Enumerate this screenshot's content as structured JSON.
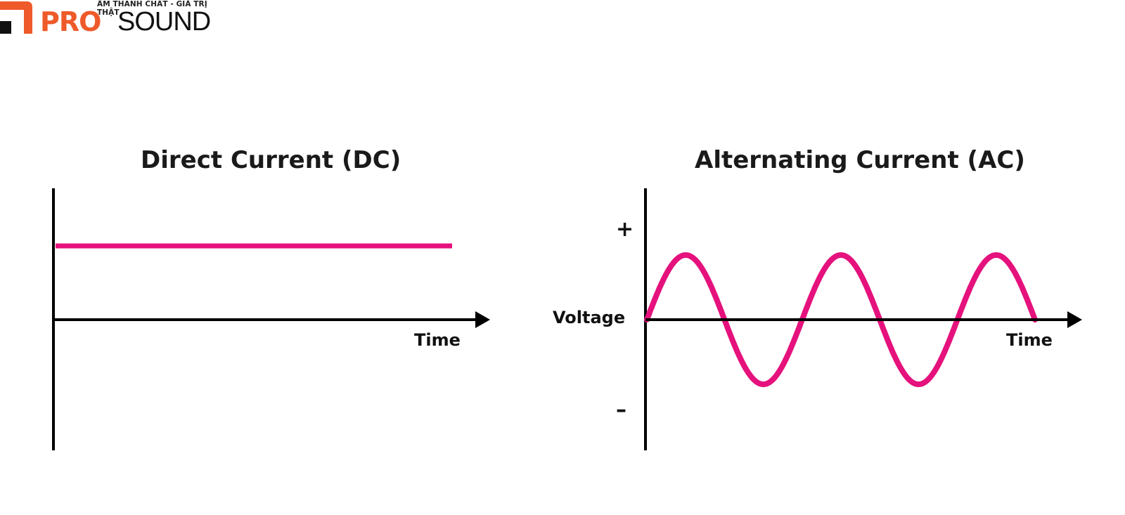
{
  "logo": {
    "tagline": "ÂM THANH CHẤT - GIÁ TRỊ THẬT",
    "brand_pro": "PRO",
    "brand_sound": "SOUND"
  },
  "dc": {
    "title": "Direct Current (DC)",
    "x_label": "Time"
  },
  "ac": {
    "title": "Alternating Current (AC)",
    "x_label": "Time",
    "y_label": "Voltage",
    "plus": "+",
    "minus": "–",
    "cycles": 2.5
  },
  "colors": {
    "signal": "#e5127d",
    "axis": "#000000",
    "brand": "#ee5a2a"
  }
}
